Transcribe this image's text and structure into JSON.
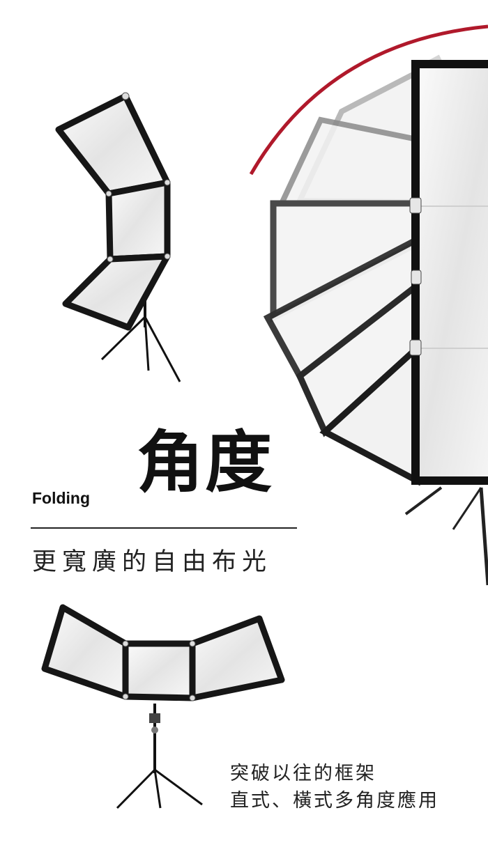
{
  "folding_label": "Folding",
  "title": "角度",
  "subtitle": "更寬廣的自由布光",
  "description": [
    "突破以往的框架",
    "直式、橫式多角度應用"
  ],
  "colors": {
    "accent": "#b0192b",
    "frame": "#161616",
    "fabric": "#f1f1f1"
  }
}
